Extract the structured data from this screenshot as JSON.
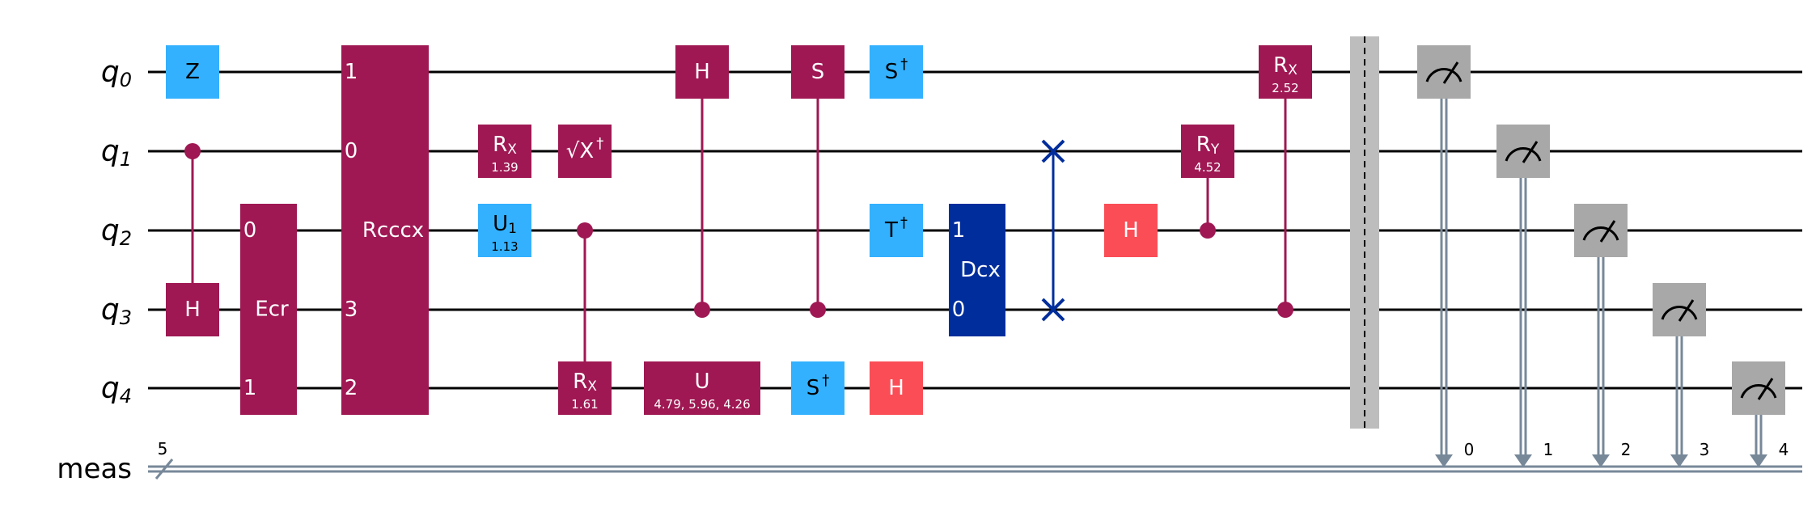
{
  "qubits": [
    {
      "base": "q",
      "sub": "0"
    },
    {
      "base": "q",
      "sub": "1"
    },
    {
      "base": "q",
      "sub": "2"
    },
    {
      "base": "q",
      "sub": "3"
    },
    {
      "base": "q",
      "sub": "4"
    }
  ],
  "classical_register": {
    "label": "meas",
    "size": "5"
  },
  "colors": {
    "wire": "#000000",
    "classical": "#778899",
    "magenta": "#9f1853",
    "blue": "#33b1ff",
    "red": "#fa4d56",
    "navy": "#002d9c",
    "gray": "#a8a8a8",
    "barrier": "#bdbdbd"
  },
  "gates": [
    {
      "name": "z-gate",
      "kind": "box",
      "label": "Z",
      "color": "blue",
      "col": 0,
      "qubit": 0
    },
    {
      "name": "controlled-h-gate",
      "kind": "controlled",
      "label": "H",
      "color": "magenta",
      "col": 0,
      "controls": [
        1
      ],
      "target": 3
    },
    {
      "name": "ecr-gate",
      "kind": "multi",
      "label": "Ecr",
      "color": "magenta",
      "col": 1,
      "qubits": [
        2,
        3,
        4
      ],
      "ports": [
        {
          "qubit": 2,
          "label": "0"
        },
        {
          "qubit": 4,
          "label": "1"
        }
      ]
    },
    {
      "name": "rcccx-gate",
      "kind": "multi",
      "label": "Rcccx",
      "color": "magenta",
      "col": 2,
      "qubits": [
        0,
        1,
        2,
        3,
        4
      ],
      "ports": [
        {
          "qubit": 0,
          "label": "1"
        },
        {
          "qubit": 1,
          "label": "0"
        },
        {
          "qubit": 3,
          "label": "3"
        },
        {
          "qubit": 4,
          "label": "2"
        }
      ]
    },
    {
      "name": "rx-gate",
      "kind": "box",
      "label": "R",
      "sub": "X",
      "param": "1.39",
      "color": "magenta",
      "col": 3,
      "qubit": 1
    },
    {
      "name": "u1-gate",
      "kind": "box",
      "label": "U",
      "sub": "1",
      "param": "1.13",
      "color": "blue",
      "col": 3,
      "qubit": 2
    },
    {
      "name": "sxdg-gate",
      "kind": "box",
      "label": "√X",
      "sup": "†",
      "color": "magenta",
      "col": 4,
      "qubit": 1
    },
    {
      "name": "controlled-rx-gate",
      "kind": "controlled",
      "label": "R",
      "sub": "X",
      "param": "1.61",
      "color": "magenta",
      "col": 4,
      "controls": [
        2
      ],
      "target": 4
    },
    {
      "name": "u-gate",
      "kind": "box",
      "label": "U",
      "param": "4.79, 5.96, 4.26",
      "color": "magenta",
      "col": 5,
      "qubit": 4,
      "wide": true
    },
    {
      "name": "controlled-h-gate-2",
      "kind": "controlled",
      "label": "H",
      "color": "magenta",
      "col": 5,
      "controls": [
        3
      ],
      "target": 0
    },
    {
      "name": "controlled-s-gate",
      "kind": "controlled",
      "label": "S",
      "color": "magenta",
      "col": 6,
      "controls": [
        3
      ],
      "target": 0
    },
    {
      "name": "sdg-gate",
      "kind": "box",
      "label": "S",
      "sup": "†",
      "color": "blue",
      "col": 6,
      "qubit": 4
    },
    {
      "name": "sdg-gate-2",
      "kind": "box",
      "label": "S",
      "sup": "†",
      "color": "blue",
      "col": 7,
      "qubit": 0
    },
    {
      "name": "tdg-gate",
      "kind": "box",
      "label": "T",
      "sup": "†",
      "color": "blue",
      "col": 7,
      "qubit": 2
    },
    {
      "name": "h-gate",
      "kind": "box",
      "label": "H",
      "color": "red",
      "col": 7,
      "qubit": 4
    },
    {
      "name": "dcx-gate",
      "kind": "multi",
      "label": "Dcx",
      "color": "navy",
      "col": 8,
      "qubits": [
        2,
        3
      ],
      "ports": [
        {
          "qubit": 2,
          "label": "1"
        },
        {
          "qubit": 3,
          "label": "0"
        }
      ]
    },
    {
      "name": "swap-gate",
      "kind": "swap",
      "color": "navy",
      "col": 9,
      "qubits": [
        1,
        3
      ]
    },
    {
      "name": "h-gate-2",
      "kind": "box",
      "label": "H",
      "color": "red",
      "col": 10,
      "qubit": 2
    },
    {
      "name": "controlled-ry-gate",
      "kind": "controlled",
      "label": "R",
      "sub": "Y",
      "param": "4.52",
      "color": "magenta",
      "col": 11,
      "controls": [
        2
      ],
      "target": 1
    },
    {
      "name": "controlled-rx-gate-2",
      "kind": "controlled",
      "label": "R",
      "sub": "X",
      "param": "2.52",
      "color": "magenta",
      "col": 12,
      "controls": [
        3
      ],
      "target": 0
    }
  ],
  "barrier": {
    "col": 13,
    "qubits": [
      0,
      1,
      2,
      3,
      4
    ]
  },
  "measurements": [
    {
      "qubit": 0,
      "col": 14,
      "clbit": "0"
    },
    {
      "qubit": 1,
      "col": 15,
      "clbit": "1"
    },
    {
      "qubit": 2,
      "col": 16,
      "clbit": "2"
    },
    {
      "qubit": 3,
      "col": 17,
      "clbit": "3"
    },
    {
      "qubit": 4,
      "col": 18,
      "clbit": "4"
    }
  ]
}
